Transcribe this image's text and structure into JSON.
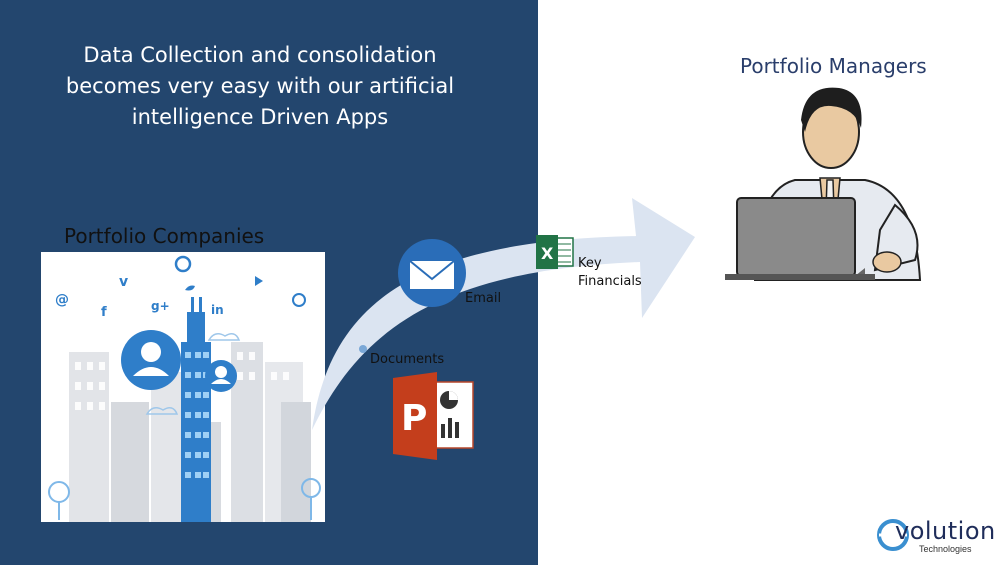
{
  "headline": "Data Collection and consolidation\nbecomes very easy with our artificial\nintelligence Driven Apps",
  "source_label": "Portfolio Companies",
  "target_label": "Portfolio Managers",
  "flow": {
    "email": "Email",
    "key_financials": "Key\nFinancials",
    "documents": "Documents"
  },
  "social_icons": [
    "v",
    "f",
    "g+",
    "in",
    "@"
  ],
  "logo": {
    "word": "volution",
    "sub": "Technologies"
  },
  "colors": {
    "panel": "#23466e",
    "arrow": "#dbe4f1",
    "accent": "#2a6db8"
  }
}
